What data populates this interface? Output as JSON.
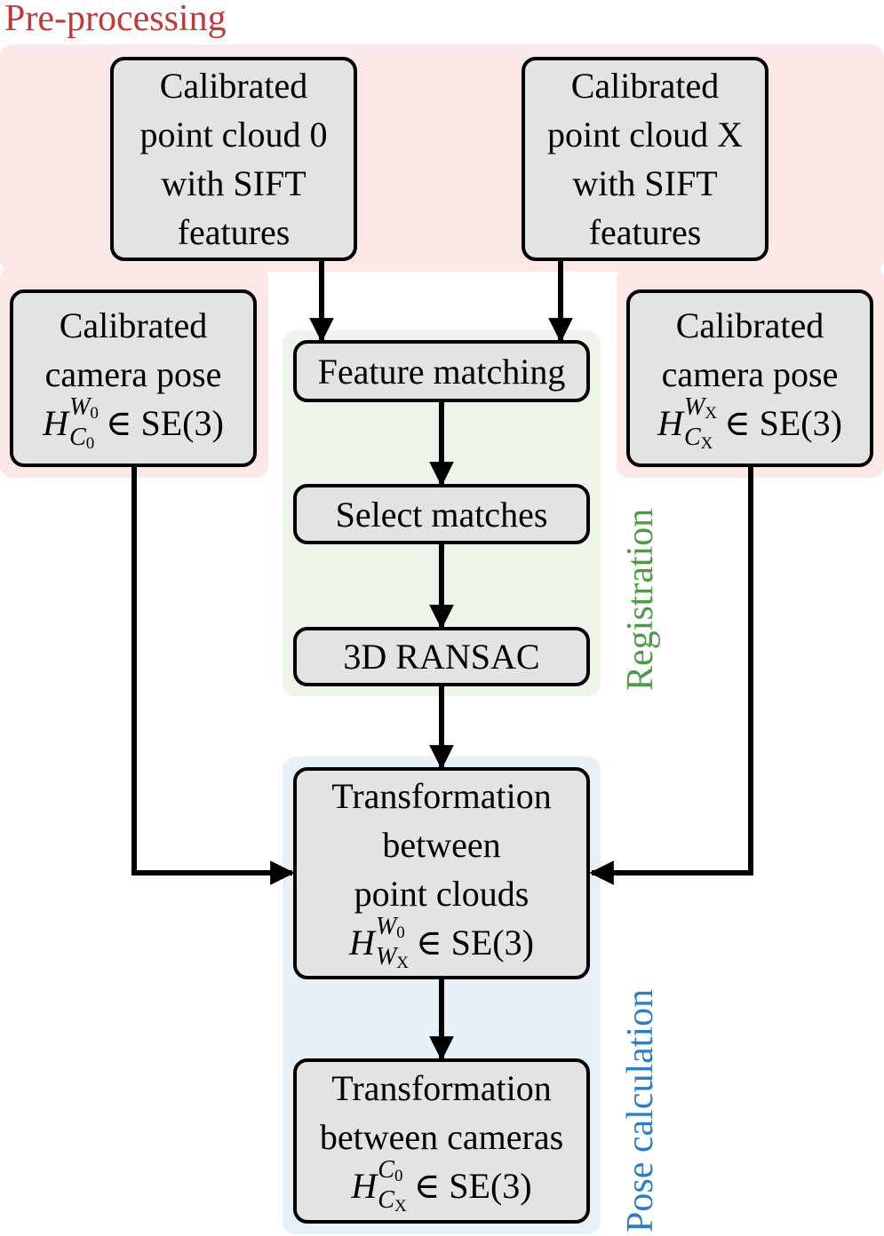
{
  "groups": {
    "preprocessing": "Pre-processing",
    "registration": "Registration",
    "pose_calculation": "Pose calculation"
  },
  "nodes": {
    "cloud0": {
      "lines": [
        "Calibrated",
        "point cloud 0",
        "with SIFT",
        "features"
      ]
    },
    "cloudX": {
      "lines": [
        "Calibrated",
        "point cloud X",
        "with SIFT",
        "features"
      ]
    },
    "pose0": {
      "lines": [
        "Calibrated",
        "camera pose"
      ],
      "math": {
        "base": "H",
        "sup": "W",
        "sup_sub": "0",
        "sub": "C",
        "sub_sub": "0",
        "rest": "∈ SE(3)"
      }
    },
    "poseX": {
      "lines": [
        "Calibrated",
        "camera pose"
      ],
      "math": {
        "base": "H",
        "sup": "W",
        "sup_sub": "X",
        "sub": "C",
        "sub_sub": "X",
        "rest": "∈ SE(3)"
      }
    },
    "feature_matching": {
      "label": "Feature matching"
    },
    "select_matches": {
      "label": "Select matches"
    },
    "ransac": {
      "label": "3D RANSAC"
    },
    "transform_clouds": {
      "lines": [
        "Transformation",
        "between",
        "point clouds"
      ],
      "math": {
        "base": "H",
        "sup": "W",
        "sup_sub": "0",
        "sub": "W",
        "sub_sub": "X",
        "rest": "∈ SE(3)"
      }
    },
    "transform_cameras": {
      "lines": [
        "Transformation",
        "between cameras"
      ],
      "math": {
        "base": "H",
        "sup": "C",
        "sup_sub": "0",
        "sub": "C",
        "sub_sub": "X",
        "rest": "∈ SE(3)"
      }
    }
  },
  "colors": {
    "preprocessing_bg": "#fbe7e6",
    "preprocessing_text": "#c0393b",
    "registration_bg": "#edf4ea",
    "registration_text": "#4f9a48",
    "pose_bg": "#e8f0f8",
    "pose_text": "#2e7fc1",
    "node_fill": "#e3e3e3"
  }
}
